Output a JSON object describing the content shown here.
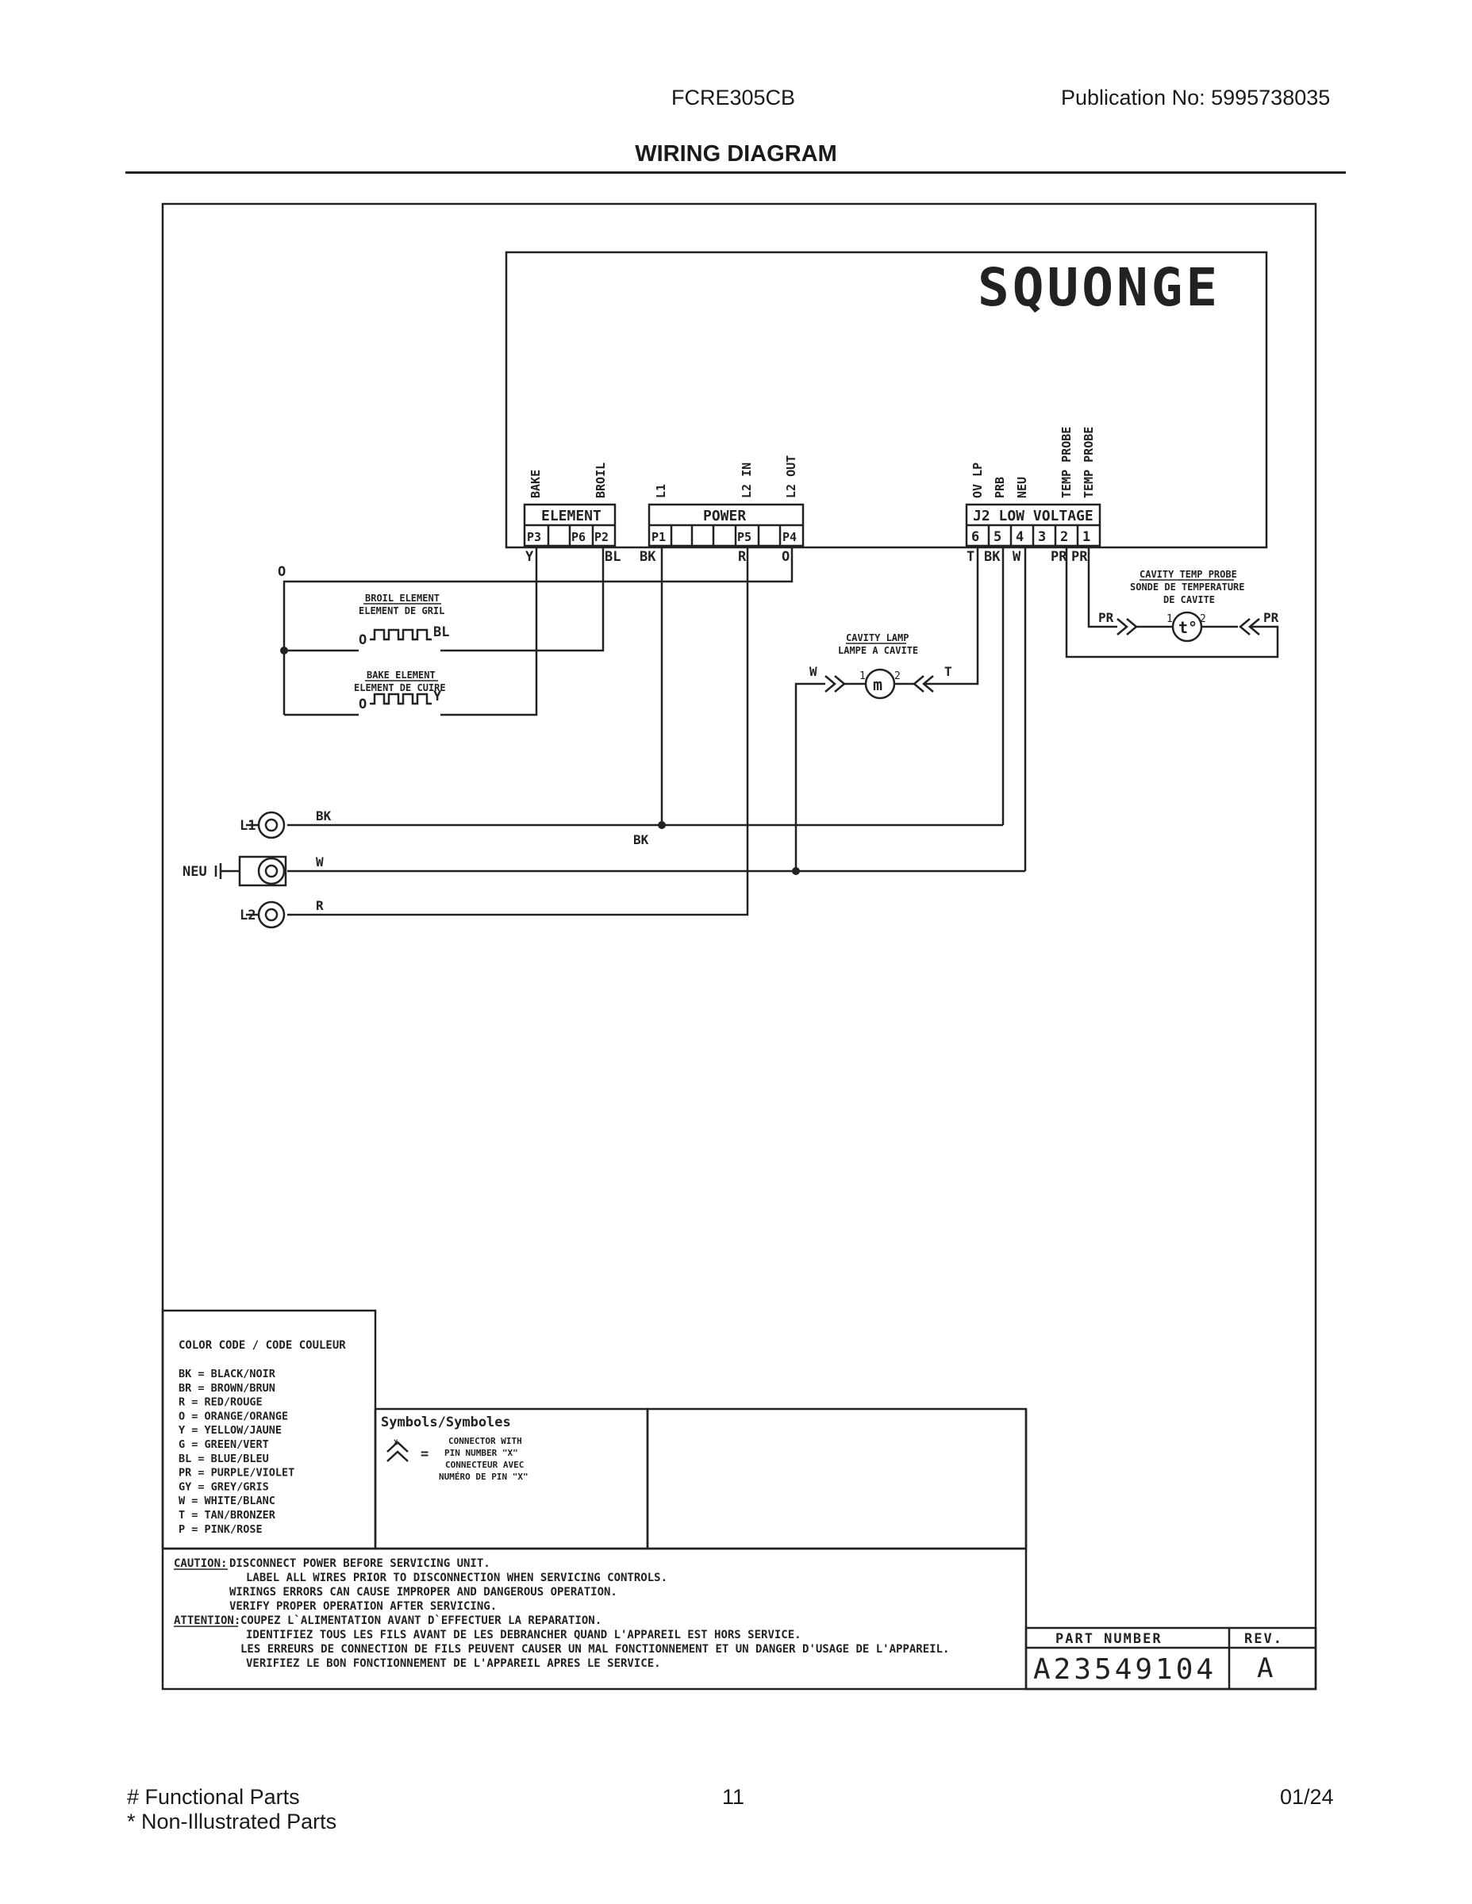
{
  "header": {
    "model": "FCRE305CB",
    "publication": "Publication No:  5995738035",
    "title": "WIRING DIAGRAM"
  },
  "diagram": {
    "control_name": "SQUONGE",
    "element_block": {
      "label": "ELEMENT",
      "pins": [
        "P3",
        "P6",
        "P2"
      ],
      "wire_tags": [
        "BAKE",
        "BROIL"
      ]
    },
    "power_block": {
      "label": "POWER",
      "pins": [
        "P1",
        "P5",
        "P4"
      ],
      "wire_tags": [
        "L1",
        "L2 IN",
        "L2 OUT"
      ]
    },
    "j2_block": {
      "label": "J2  LOW  VOLTAGE",
      "pins": [
        "6",
        "5",
        "4",
        "3",
        "2",
        "1"
      ],
      "wire_tags": [
        "OV LP",
        "PRB",
        "NEU",
        "TEMP PROBE",
        "TEMP PROBE"
      ]
    },
    "wire_labels": {
      "y": "Y",
      "bl": "BL",
      "bk": "BK",
      "r": "R",
      "o": "O",
      "t": "T",
      "w": "W",
      "pr": "PR"
    },
    "broil_element": {
      "title": "BROIL ELEMENT",
      "title_fr": "ELEMENT DE GRIL",
      "left": "O",
      "right": "BL"
    },
    "bake_element": {
      "title": "BAKE ELEMENT",
      "title_fr": "ELEMENT DE CUIRE",
      "left": "O",
      "right": "Y"
    },
    "cavity_lamp": {
      "title": "CAVITY LAMP",
      "title_fr": "LAMPE A CAVITE",
      "left": "W",
      "right": "T",
      "pin1": "1",
      "pin2": "2",
      "symbol": "m"
    },
    "cavity_probe": {
      "title": "CAVITY TEMP PROBE",
      "title_fr": "SONDE DE TEMPERATURE",
      "title_fr2": "DE CAVITE",
      "left": "PR",
      "right": "PR",
      "pin1": "1",
      "pin2": "2",
      "symbol": "t°"
    },
    "terminals": [
      {
        "name": "L1",
        "wire": "BK"
      },
      {
        "name": "NEU",
        "wire": "W"
      },
      {
        "name": "L2",
        "wire": "R"
      }
    ],
    "junction_label": "BK"
  },
  "legend": {
    "title": "COLOR CODE / CODE COULEUR",
    "items": [
      "BK = BLACK/NOIR",
      "BR = BROWN/BRUN",
      "R  = RED/ROUGE",
      "O  = ORANGE/ORANGE",
      "Y  = YELLOW/JAUNE",
      "G  = GREEN/VERT",
      "BL = BLUE/BLEU",
      "PR = PURPLE/VIOLET",
      "GY = GREY/GRIS",
      "W  = WHITE/BLANC",
      "T  = TAN/BRONZER",
      "P  = PINK/ROSE"
    ]
  },
  "symbols": {
    "title": "Symbols/Symboles",
    "connector_lines": [
      "CONNECTOR WITH",
      "PIN NUMBER \"X\"",
      "CONNECTEUR AVEC",
      "NUMÉRO DE PIN \"X\""
    ],
    "eq": "=",
    "x": "X"
  },
  "caution": {
    "caution_label": "CAUTION:",
    "caution_lines": [
      "DISCONNECT POWER BEFORE SERVICING UNIT.",
      "LABEL ALL WIRES PRIOR TO DISCONNECTION WHEN SERVICING CONTROLS.",
      "WIRINGS ERRORS CAN CAUSE IMPROPER AND DANGEROUS OPERATION.",
      "VERIFY PROPER OPERATION AFTER SERVICING."
    ],
    "attention_label": "ATTENTION:",
    "attention_lines": [
      "COUPEZ L`ALIMENTATION AVANT D`EFFECTUER LA REPARATION.",
      "IDENTIFIEZ TOUS LES FILS AVANT DE LES DEBRANCHER QUAND L'APPAREIL EST HORS SERVICE.",
      "LES ERREURS DE CONNECTION DE FILS PEUVENT CAUSER UN MAL FONCTIONNEMENT ET UN DANGER D'USAGE DE L'APPAREIL.",
      "VERIFIEZ LE BON FONCTIONNEMENT DE L'APPAREIL APRES LE SERVICE."
    ]
  },
  "title_block": {
    "part_number_label": "PART NUMBER",
    "rev_label": "REV.",
    "part_number": "A23549104",
    "rev": "A"
  },
  "footer": {
    "functional": "# Functional Parts",
    "non_illustrated": "* Non-Illustrated Parts",
    "page": "11",
    "date": "01/24"
  }
}
